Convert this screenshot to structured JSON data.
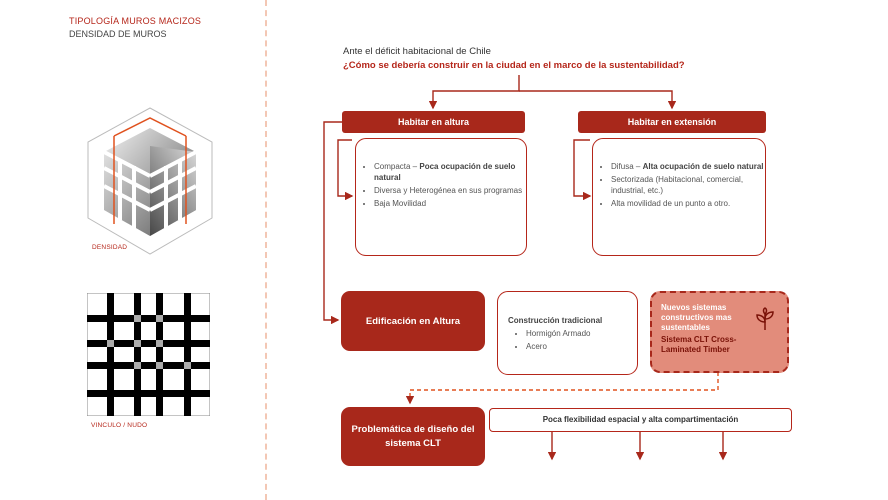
{
  "header": {
    "title": "TIPOLOGÍA MUROS MACIZOS",
    "subtitle": "DENSIDAD DE MUROS"
  },
  "left_panel": {
    "image1_caption": "DENSIDAD",
    "image2_caption": "VINCULO / NUDO"
  },
  "intro": {
    "line1": "Ante el déficit habitacional de Chile",
    "question": "¿Cómo se debería construir en la ciudad en el marco de la sustentabilidad?"
  },
  "branches": {
    "altura": {
      "header": "Habitar en altura",
      "items": [
        {
          "pre": "Compacta – ",
          "bold": "Poca ocupación de suelo natural"
        },
        {
          "pre": "Diversa y Heterogénea en sus programas",
          "bold": ""
        },
        {
          "pre": "Baja Movilidad",
          "bold": ""
        }
      ]
    },
    "extension": {
      "header": "Habitar en extensión",
      "items": [
        {
          "pre": "Difusa – ",
          "bold": "Alta ocupación de suelo natural"
        },
        {
          "pre": "Sectorizada (Habitacional, comercial, industrial, etc.)",
          "bold": ""
        },
        {
          "pre": "Alta movilidad de un punto a otro.",
          "bold": ""
        }
      ]
    }
  },
  "edificacion": {
    "label": "Edificación en Altura"
  },
  "construccion": {
    "title": "Construcción tradicional",
    "items": [
      "Hormigón Armado",
      "Acero"
    ]
  },
  "nuevos": {
    "title": "Nuevos sistemas constructivos mas sustentables",
    "subtitle": "Sistema CLT Cross-Laminated Timber",
    "icon": "plant-icon"
  },
  "problematica": {
    "label": "Problemática de diseño del sistema CLT"
  },
  "poca": {
    "label": "Poca flexibilidad espacial y alta compartimentación"
  },
  "colors": {
    "accent": "#a8281b",
    "pink": "#e28c7b",
    "divider": "#f3c7b4"
  }
}
